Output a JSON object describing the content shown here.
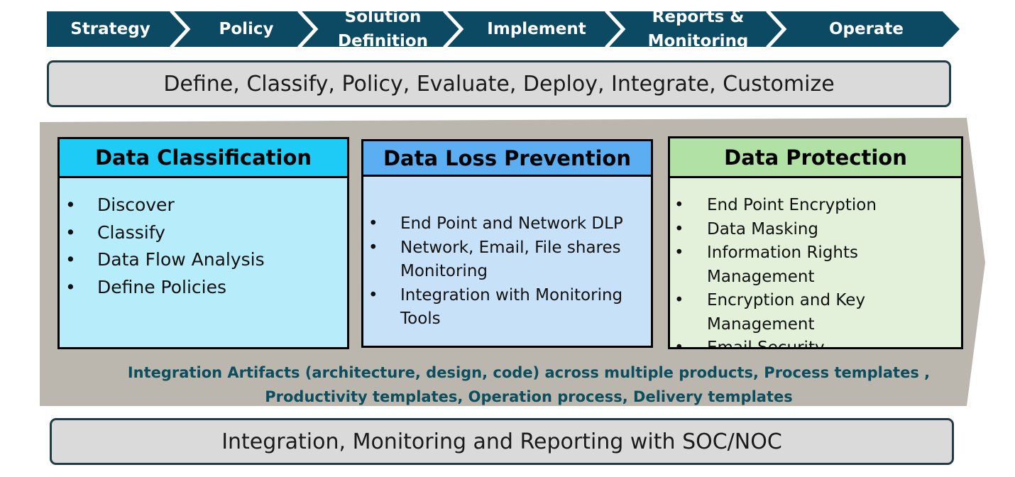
{
  "process_steps": [
    {
      "label_lines": [
        "Strategy"
      ]
    },
    {
      "label_lines": [
        "Policy"
      ]
    },
    {
      "label_lines": [
        "Solution",
        "Definition"
      ]
    },
    {
      "label_lines": [
        "Implement"
      ]
    },
    {
      "label_lines": [
        "Reports &",
        "Monitoring"
      ]
    },
    {
      "label_lines": [
        "Operate"
      ]
    }
  ],
  "top_banner": "Define, Classify, Policy, Evaluate, Deploy, Integrate, Customize",
  "boxes": {
    "data_classification": {
      "title": "Data Classification",
      "items": [
        "Discover",
        "Classify",
        "Data Flow Analysis",
        "Define Policies"
      ]
    },
    "data_loss_prevention": {
      "title": "Data Loss Prevention",
      "items": [
        "End Point and Network DLP",
        "Network, Email, File shares Monitoring",
        "Integration with Monitoring Tools"
      ]
    },
    "data_protection": {
      "title": "Data Protection",
      "items": [
        "End Point Encryption",
        "Data Masking",
        "Information Rights Management",
        "Encryption and Key Management",
        "Email Security"
      ]
    }
  },
  "artifacts_lines": [
    "Integration Artifacts (architecture, design, code) across multiple products, Process templates ,",
    "Productivity templates, Operation process, Delivery templates"
  ],
  "bottom_banner": "Integration, Monitoring and Reporting with SOC/NOC",
  "bullet_char": "•",
  "colors": {
    "chevron_fill": "#0c4a63",
    "chevron_divider": "#ffffff",
    "band_fill": "#bbb7ae",
    "banner_fill": "#dadada",
    "banner_border": "#1f3d48",
    "classification_header": "#1ecbf6",
    "classification_body": "#b7ecfa",
    "dlp_header": "#5aaef1",
    "dlp_body": "#c7e1f8",
    "protection_header": "#b2e1a5",
    "protection_body": "#e3f1db",
    "artifacts_text": "#0d4e5e"
  }
}
